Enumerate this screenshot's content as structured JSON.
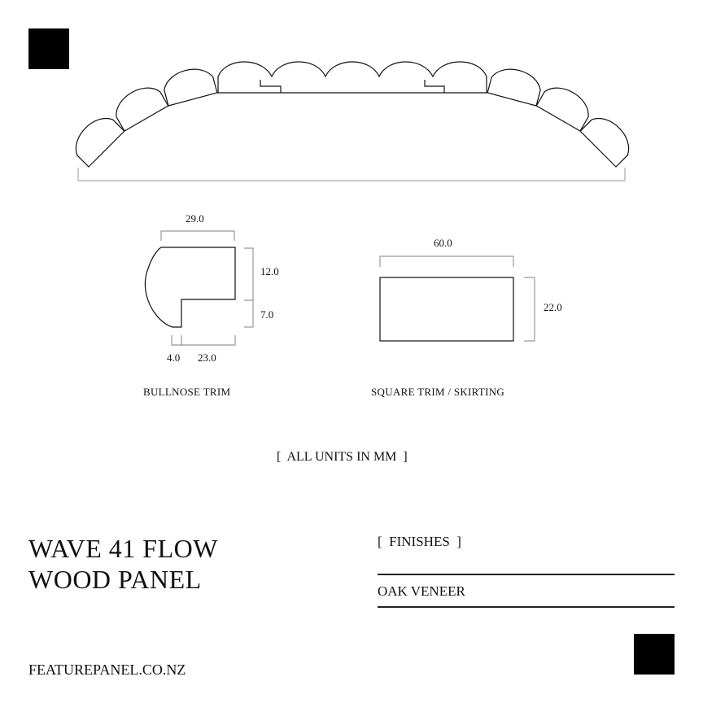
{
  "product": {
    "title_line1": "WAVE 41 FLOW",
    "title_line2": "WOOD PANEL"
  },
  "profiles": {
    "bullnose": {
      "label": "BULLNOSE TRIM",
      "dims": {
        "width": "29.0",
        "height_top": "12.0",
        "height_bottom": "7.0",
        "lip": "4.0",
        "base": "23.0"
      }
    },
    "square": {
      "label": "SQUARE TRIM / SKIRTING",
      "dims": {
        "width": "60.0",
        "height": "22.0"
      }
    }
  },
  "units_note": "[  ALL UNITS IN MM  ]",
  "finishes": {
    "heading": "[  FINISHES  ]",
    "items": [
      "OAK VENEER"
    ]
  },
  "website": "FEATUREPANEL.CO.NZ",
  "colors": {
    "ink": "#111111",
    "dimension": "#999999",
    "block": "#000000"
  }
}
